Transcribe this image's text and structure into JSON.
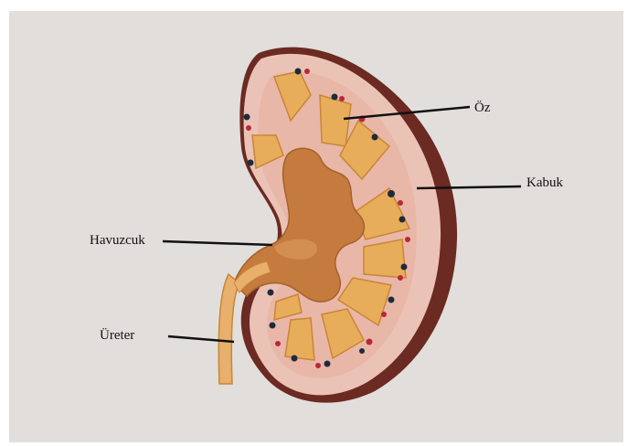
{
  "diagram": {
    "labels": {
      "oz": "Öz",
      "kabuk": "Kabuk",
      "havuzcuk": "Havuzcuk",
      "ureter": "Üreter"
    },
    "colors": {
      "background": "#e2dedb",
      "capsule": "#6b2a22",
      "cortex": "#ebc2b6",
      "medulla_pyramid": "#e7ad5a",
      "pelvis": "#c57b3d",
      "ureter": "#e8b06c",
      "vessel_dark": "#1d2b3d",
      "vessel_red": "#b8283a"
    }
  }
}
